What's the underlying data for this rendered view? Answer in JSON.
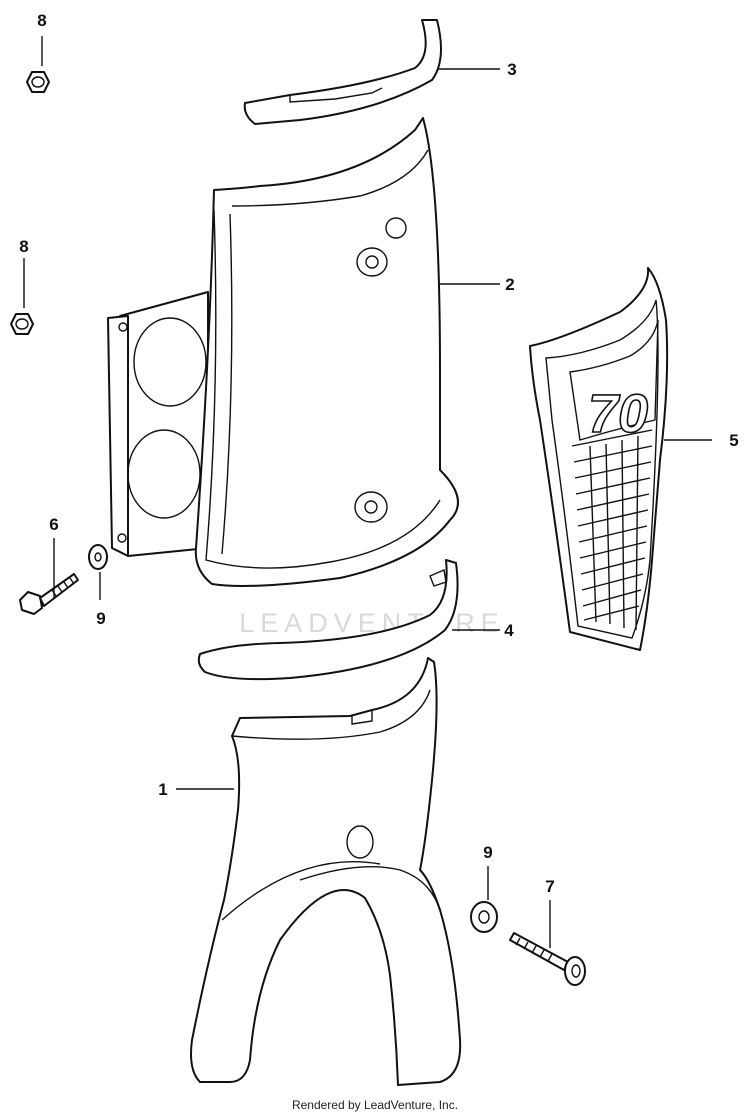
{
  "callouts": {
    "c1": "1",
    "c2": "2",
    "c3": "3",
    "c4": "4",
    "c5": "5",
    "c6": "6",
    "c7": "7",
    "c8a": "8",
    "c8b": "8",
    "c9a": "9",
    "c9b": "9"
  },
  "emblem_text": "70",
  "watermark": "LEADVENTURE",
  "credit": "Rendered by LeadVenture, Inc.",
  "colors": {
    "line": "#111111",
    "watermark": "#d9d9d9",
    "background": "#ffffff"
  }
}
